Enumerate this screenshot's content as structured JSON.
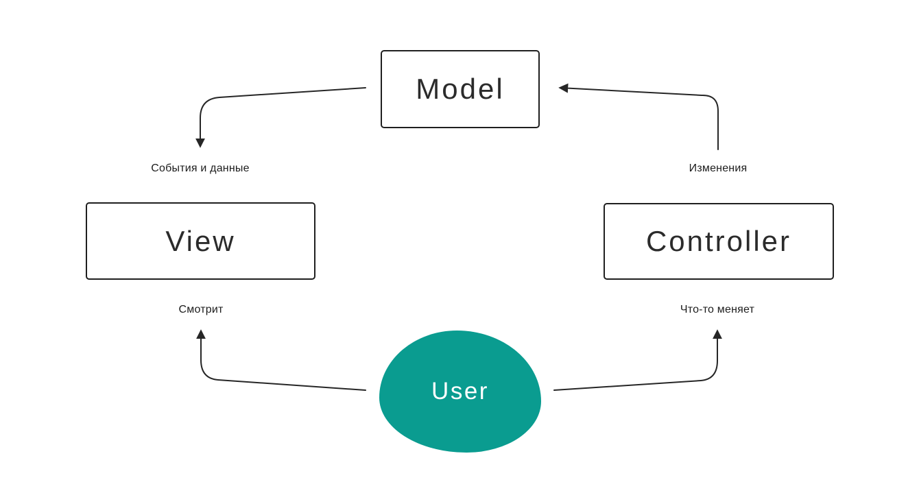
{
  "diagram_type": "flow-diagram",
  "nodes": {
    "model": {
      "label": "Model"
    },
    "view": {
      "label": "View"
    },
    "controller": {
      "label": "Controller"
    },
    "user": {
      "label": "User"
    }
  },
  "edges": [
    {
      "from": "model",
      "to": "view",
      "label": "События и данные"
    },
    {
      "from": "controller",
      "to": "model",
      "label": "Изменения"
    },
    {
      "from": "user",
      "to": "view",
      "label": "Смотрит"
    },
    {
      "from": "user",
      "to": "controller",
      "label": "Что-то меняет"
    }
  ],
  "colors": {
    "background": "#ffffff",
    "line_stroke": "#262626",
    "box_border": "#1f1f1f",
    "box_text": "#2b2b2b",
    "label_text": "#1c1c1c",
    "user_blob_fill": "#0a9c90",
    "user_text": "#ffffff"
  }
}
